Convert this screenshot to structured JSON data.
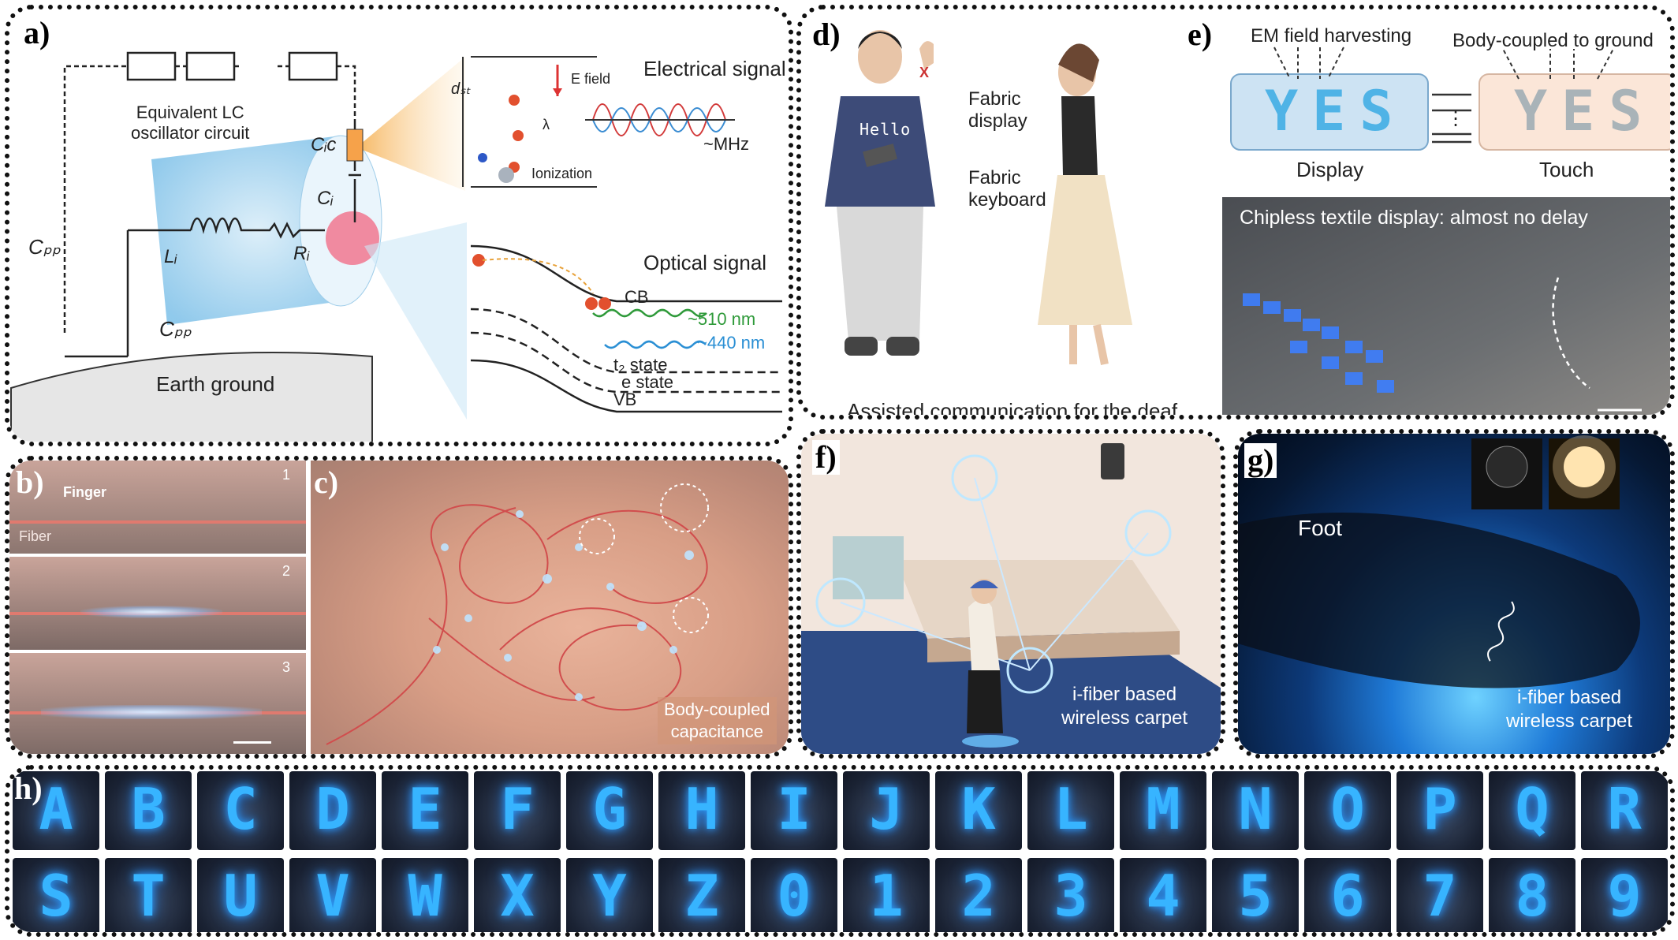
{
  "panel_a": {
    "label": "a)",
    "circuit_title": "Equivalent LC\noscillator circuit",
    "cic": "Cᵢc",
    "ci": "Cᵢ",
    "li": "Lᵢ",
    "ri": "Rᵢ",
    "cpp1": "Cₚₚ",
    "cpp2": "Cₚₚ",
    "earth": "Earth ground",
    "dst": "dₛₜ",
    "efield": "E field",
    "lambda": "λ",
    "ionization": "Ionization",
    "electrical": "Electrical signal",
    "mhz": "~MHz",
    "optical": "Optical signal",
    "cb": "CB",
    "t2": "t₂ state",
    "e_state": "e state",
    "vb": "VB",
    "nm510": "~510 nm",
    "nm440": "~440 nm"
  },
  "panel_b": {
    "label": "b)",
    "finger": "Finger",
    "fiber": "Fiber",
    "n1": "1",
    "n2": "2",
    "n3": "3"
  },
  "panel_c": {
    "label": "c)",
    "caption": "Body-coupled\ncapacitance"
  },
  "panel_d": {
    "label": "d)",
    "fabric_display": "Fabric\ndisplay",
    "fabric_keyboard": "Fabric\nkeyboard",
    "shirt_text": "Hello",
    "x_mark": "X",
    "caption": "Assisted communication for the deaf"
  },
  "panel_e": {
    "label": "e)",
    "em": "EM field harvesting",
    "body": "Body-coupled to ground",
    "display": "Display",
    "touch": "Touch",
    "yes1": "YES",
    "yes2": "YES",
    "dots": "⋮",
    "chipless": "Chipless textile display: almost no delay"
  },
  "panel_f": {
    "label": "f)",
    "caption": "i-fiber based\nwireless carpet"
  },
  "panel_g": {
    "label": "g)",
    "foot": "Foot",
    "caption": "i-fiber based\nwireless carpet"
  },
  "panel_h": {
    "label": "h)",
    "row1": [
      "A",
      "B",
      "C",
      "D",
      "E",
      "F",
      "G",
      "H",
      "I",
      "J",
      "K",
      "L",
      "M",
      "N",
      "O",
      "P",
      "Q",
      "R"
    ],
    "row2": [
      "S",
      "T",
      "U",
      "V",
      "W",
      "X",
      "Y",
      "Z",
      "0",
      "1",
      "2",
      "3",
      "4",
      "5",
      "6",
      "7",
      "8",
      "9"
    ]
  },
  "colors": {
    "green": "#2f9a3a",
    "blue": "#2a8fd4",
    "glow": "#37b4ff",
    "fiber": "#e07a6f"
  }
}
